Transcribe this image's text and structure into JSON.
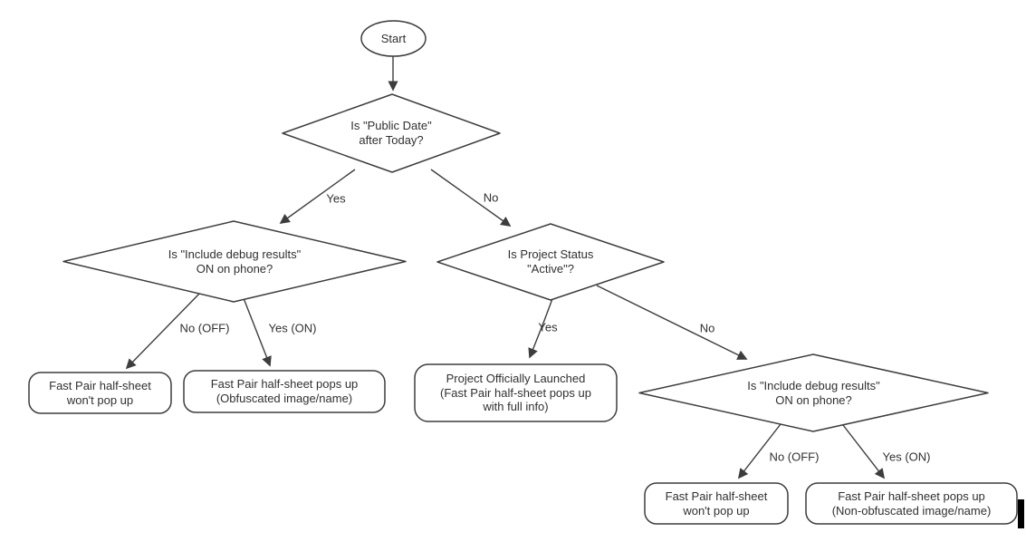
{
  "diagram": {
    "type": "flowchart",
    "style": {
      "background_color": "#ffffff",
      "stroke_color": "#3d3d3d",
      "text_color": "#303030",
      "node_fill": "#ffffff",
      "cursor_color": "#000000"
    },
    "nodes": [
      {
        "id": "start",
        "type": "oval",
        "label": "Start"
      },
      {
        "id": "decision-public-date",
        "type": "decision",
        "label": "Is \"Public Date\"\nafter Today?"
      },
      {
        "id": "decision-debug-left",
        "type": "decision",
        "label": "Is \"Include debug results\"\nON on phone?"
      },
      {
        "id": "decision-project-status",
        "type": "decision",
        "label": "Is Project Status\n\"Active\"?"
      },
      {
        "id": "decision-debug-right",
        "type": "decision",
        "label": "Is \"Include debug results\"\nON on phone?"
      },
      {
        "id": "terminal-wont-pop-up-left",
        "type": "terminal",
        "label": "Fast Pair half-sheet\nwon't pop up"
      },
      {
        "id": "terminal-obfuscated",
        "type": "terminal",
        "label": "Fast Pair half-sheet pops up\n(Obfuscated image/name)"
      },
      {
        "id": "terminal-launched",
        "type": "terminal",
        "label": "Project Officially Launched\n(Fast Pair half-sheet pops up\nwith full info)"
      },
      {
        "id": "terminal-wont-pop-up-right",
        "type": "terminal",
        "label": "Fast Pair half-sheet\nwon't pop up"
      },
      {
        "id": "terminal-non-obfuscated",
        "type": "terminal",
        "label": "Fast Pair half-sheet pops up\n(Non-obfuscated image/name)"
      }
    ],
    "edges": [
      {
        "from": "start",
        "to": "decision-public-date",
        "label": ""
      },
      {
        "from": "decision-public-date",
        "to": "decision-debug-left",
        "label": "Yes"
      },
      {
        "from": "decision-public-date",
        "to": "decision-project-status",
        "label": "No"
      },
      {
        "from": "decision-debug-left",
        "to": "terminal-wont-pop-up-left",
        "label": "No (OFF)"
      },
      {
        "from": "decision-debug-left",
        "to": "terminal-obfuscated",
        "label": "Yes (ON)"
      },
      {
        "from": "decision-project-status",
        "to": "terminal-launched",
        "label": "Yes"
      },
      {
        "from": "decision-project-status",
        "to": "decision-debug-right",
        "label": "No"
      },
      {
        "from": "decision-debug-right",
        "to": "terminal-wont-pop-up-right",
        "label": "No (OFF)"
      },
      {
        "from": "decision-debug-right",
        "to": "terminal-non-obfuscated",
        "label": "Yes (ON)"
      }
    ]
  }
}
